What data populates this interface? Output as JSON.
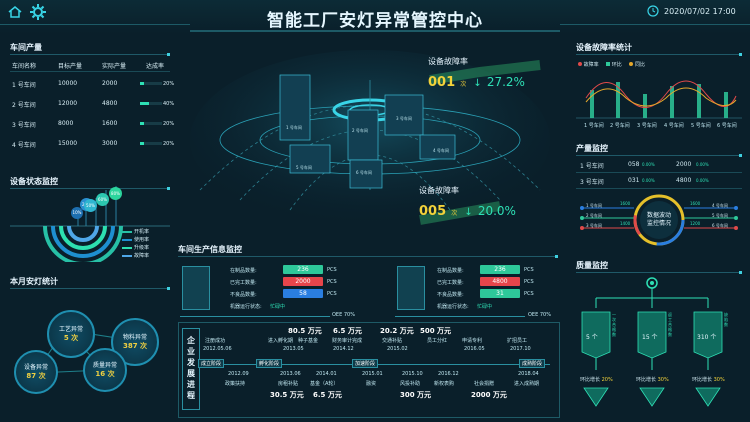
{
  "header": {
    "title": "智能工厂安灯异常管控中心",
    "datetime": "2020/07/02 17:00"
  },
  "workshop_output": {
    "title": "车间产量",
    "columns": [
      "车间名称",
      "目标产量",
      "实际产量",
      "达成率"
    ],
    "rows": [
      {
        "name": "1 号车间",
        "target": "10000",
        "actual": "2000",
        "rate": "20%",
        "fraction": 0.2
      },
      {
        "name": "2 号车间",
        "target": "12000",
        "actual": "4800",
        "rate": "40%",
        "fraction": 0.4
      },
      {
        "name": "3 号车间",
        "target": "8000",
        "actual": "1600",
        "rate": "20%",
        "fraction": 0.2
      },
      {
        "name": "4 号车间",
        "target": "15000",
        "actual": "3000",
        "rate": "20%",
        "fraction": 0.2
      }
    ]
  },
  "device_status": {
    "title": "设备状态监控",
    "percents": [
      "10%",
      "20%",
      "50%",
      "60%",
      "80%"
    ],
    "legend": [
      "开机率",
      "使用率",
      "升级率",
      "故障率"
    ]
  },
  "andon_stats": {
    "title": "本月安灯统计",
    "items": [
      {
        "label": "工艺异常",
        "value": "5 次"
      },
      {
        "label": "物料异常",
        "value": "387 次"
      },
      {
        "label": "设备异常",
        "value": "87 次"
      },
      {
        "label": "质量异常",
        "value": "16 次"
      }
    ]
  },
  "center": {
    "fault_top": {
      "label": "设备故障率",
      "count": "001",
      "unit": "次",
      "arrow": "↓",
      "percent": "27.2%"
    },
    "fault_bottom": {
      "label": "设备故障率",
      "count": "005",
      "unit": "次",
      "arrow": "↓",
      "percent": "20.0%"
    },
    "buildings": [
      "1 号车间",
      "2 号车间",
      "3 号车间",
      "4 号车间",
      "5 号车间",
      "6 号车间"
    ]
  },
  "production_info": {
    "title": "车间生产信息监控",
    "panels": [
      {
        "labels": [
          "在制品数量:",
          "已完工数量:",
          "不良品数量:",
          "机器运行状态:"
        ],
        "values": [
          "236",
          "2000",
          "58"
        ],
        "units": [
          "PCS",
          "PCS",
          "PCS"
        ],
        "status": "忙碌中",
        "oee": "OEE 70%",
        "colors": [
          "#2ec89a",
          "#e6454b",
          "#2a7ee0"
        ]
      },
      {
        "labels": [
          "在制品数量:",
          "已完工数量:",
          "不良品数量:",
          "机器运行状态:"
        ],
        "values": [
          "236",
          "4800",
          "31"
        ],
        "units": [
          "PCS",
          "PCS",
          "PCS"
        ],
        "status": "忙碌中",
        "oee": "OEE 70%",
        "colors": [
          "#2ec89a",
          "#e6454b",
          "#2ec89a"
        ]
      }
    ]
  },
  "timeline": {
    "side_label": "企业发展进程",
    "top_amounts": [
      "80.5 万元",
      "6.5 万元",
      "20.2 万元",
      "500 万元"
    ],
    "top_events": [
      "注册成功",
      "进入孵化期",
      "种子基金",
      "财务审计完成",
      "交通补贴",
      "员工分红",
      "申请专利",
      "扩招员工"
    ],
    "top_dates": [
      "2012.05.06",
      "2013.05",
      "2014.12",
      "2015.02",
      "2016.05",
      "2017.10"
    ],
    "stages": [
      "成立阶段",
      "孵化阶段",
      "加速阶段",
      "成熟阶段"
    ],
    "bottom_dates": [
      "2012.09",
      "2013.06",
      "2014.01",
      "2015.01",
      "2015.10",
      "2016.12",
      "2018.04"
    ],
    "bottom_events": [
      "政策扶持",
      "房租补贴",
      "基金（A轮）",
      "融资",
      "风投补助",
      "新权表购",
      "社会捐赠",
      "进入成熟期"
    ],
    "bottom_amounts": [
      "30.5 万元",
      "6.5 万元",
      "300 万元",
      "2000 万元"
    ]
  },
  "fault_stats": {
    "title": "设备故障率统计",
    "legend": [
      "故障率",
      "环比",
      "同比"
    ],
    "categories": [
      "1 号车间",
      "2 号车间",
      "3 号车间",
      "4 号车间",
      "5 号车间",
      "6 号车间"
    ]
  },
  "output_monitor": {
    "title": "产量监控",
    "rows": [
      {
        "name": "1 号车间",
        "a": "058",
        "a_pct": "0.00%",
        "b": "2000",
        "b_pct": "0.00%"
      },
      {
        "name": "3 号车间",
        "a": "031",
        "a_pct": "0.00%",
        "b": "4800",
        "b_pct": "0.00%"
      }
    ],
    "ring_title": "数据波动监控情况",
    "ring_labels": [
      "1 号车间",
      "2 号车间",
      "3 号车间",
      "4 号车间",
      "5 号车间",
      "6 号车间"
    ],
    "ring_values": [
      "1600",
      "1400",
      "1600",
      "1200"
    ]
  },
  "quality": {
    "title": "质量监控",
    "boxes": [
      "5 个",
      "15 个",
      "310 个"
    ],
    "rates": [
      "环比增长",
      "环比增长",
      "环比增长"
    ],
    "rate_vals": [
      "20%",
      "30%",
      "30%"
    ],
    "side": [
      "一次合格数",
      "返工合格数",
      "缺陷数"
    ]
  }
}
